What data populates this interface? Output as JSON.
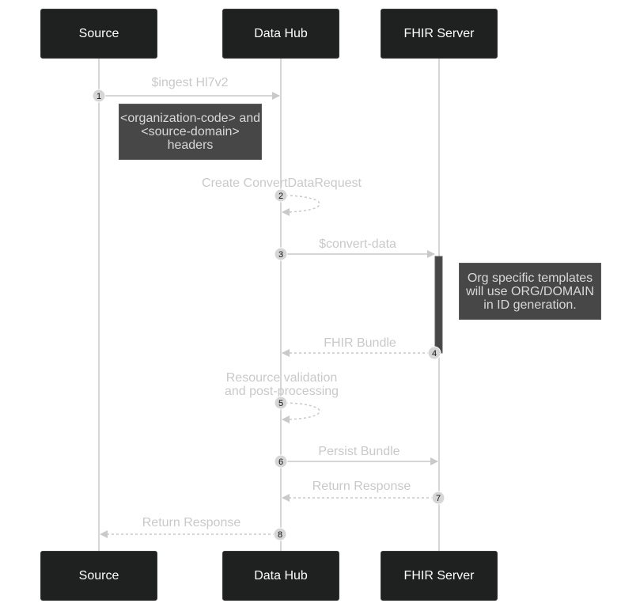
{
  "actors": [
    "Source",
    "Data Hub",
    "FHIR Server"
  ],
  "messages": [
    {
      "number": "1",
      "label": "$ingest Hl7v2"
    },
    {
      "number": "2",
      "label": "Create ConvertDataRequest"
    },
    {
      "number": "3",
      "label": "$convert-data"
    },
    {
      "number": "4",
      "label": "FHIR Bundle"
    },
    {
      "number": "5",
      "label_lines": [
        "Resource validation",
        "and post-processing"
      ]
    },
    {
      "number": "6",
      "label": "Persist Bundle"
    },
    {
      "number": "7",
      "label": "Return Response"
    },
    {
      "number": "8",
      "label": "Return Response"
    }
  ],
  "notes": [
    {
      "lines": [
        "<organization-code> and",
        "<source-domain>",
        "headers"
      ]
    },
    {
      "lines": [
        "Org specific templates",
        "will use ORG/DOMAIN",
        "in ID generation."
      ]
    }
  ]
}
